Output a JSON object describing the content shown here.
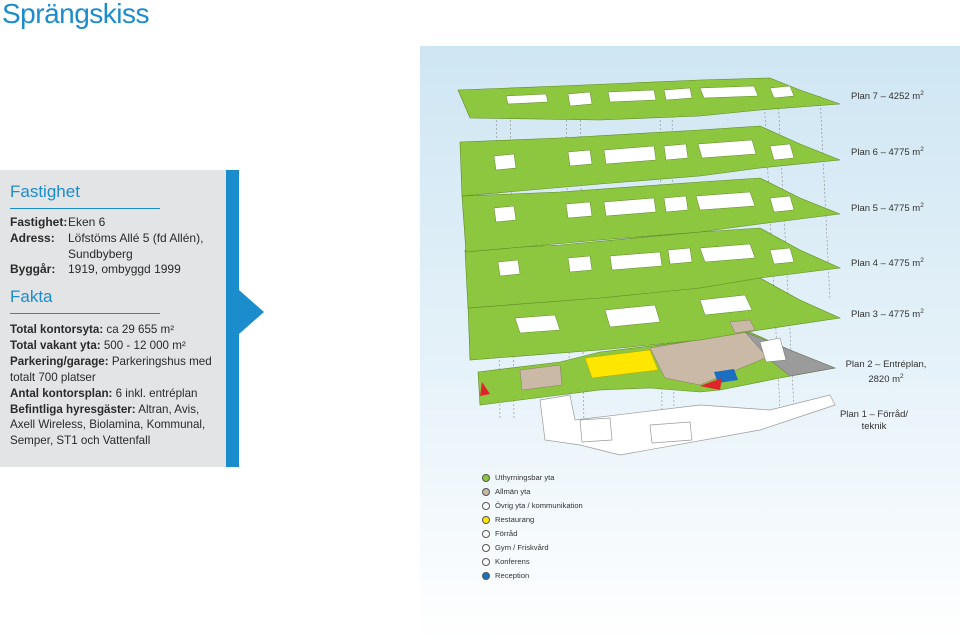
{
  "title": "Sprängskiss",
  "fastighet": {
    "heading": "Fastighet",
    "rows": [
      {
        "label": "Fastighet:",
        "value": "Eken 6"
      },
      {
        "label": "Adress:",
        "value": "Löfstöms Allé 5 (fd Allén),"
      },
      {
        "label": "",
        "value": "Sundbyberg"
      },
      {
        "label": "Byggår:",
        "value": "1919, ombyggd 1999"
      }
    ]
  },
  "fakta": {
    "heading": "Fakta",
    "lines": [
      {
        "label": "Total kontorsyta:",
        "value": " ca 29 655 m²"
      },
      {
        "label": "Total vakant yta:",
        "value": " 500 - 12 000 m²"
      },
      {
        "label": "Parkering/garage:",
        "value": " Parkeringshus med"
      },
      {
        "label": "",
        "value": "totalt 700 platser"
      },
      {
        "label": "Antal kontorsplan:",
        "value": " 6 inkl. entréplan"
      },
      {
        "label": "Befintliga hyresgäster:",
        "value": " Altran, Avis,"
      },
      {
        "label": "",
        "value": "Axell Wireless, Biolamina, Kommunal,"
      },
      {
        "label": "",
        "value": "Semper, ST1 och Vattenfall"
      }
    ]
  },
  "plans": [
    {
      "text": "Plan 7 – 4252 m",
      "sup": "2"
    },
    {
      "text": "Plan 6 – 4775 m",
      "sup": "2"
    },
    {
      "text": "Plan 5 – 4775 m",
      "sup": "2"
    },
    {
      "text": "Plan 4 – 4775 m",
      "sup": "2"
    },
    {
      "text": "Plan 3 – 4775 m",
      "sup": "2"
    },
    {
      "line1": "Plan 2 – Entréplan,",
      "line2": "2820 m",
      "sup": "2"
    },
    {
      "line1": "Plan 1 – Förråd/",
      "line2": "teknik"
    }
  ],
  "legend": [
    {
      "label": "Uthyrningsbar yta",
      "color": "#8dc63f"
    },
    {
      "label": "Allmän yta",
      "color": "#c9b9a6"
    },
    {
      "label": "Övrig yta / kommunikation",
      "color": "#ffffff"
    },
    {
      "label": "Restaurang",
      "color": "#ffe600"
    },
    {
      "label": "Förråd",
      "color": "#ffffff"
    },
    {
      "label": "Gym / Friskvård",
      "color": "#ffffff"
    },
    {
      "label": "Konferens",
      "color": "#ffffff"
    },
    {
      "label": "Reception",
      "color": "#1b6fc0"
    }
  ],
  "colors": {
    "accent": "#1b8ccc",
    "floor_green": "#8dc63f",
    "info_bg": "#e3e4e5"
  }
}
